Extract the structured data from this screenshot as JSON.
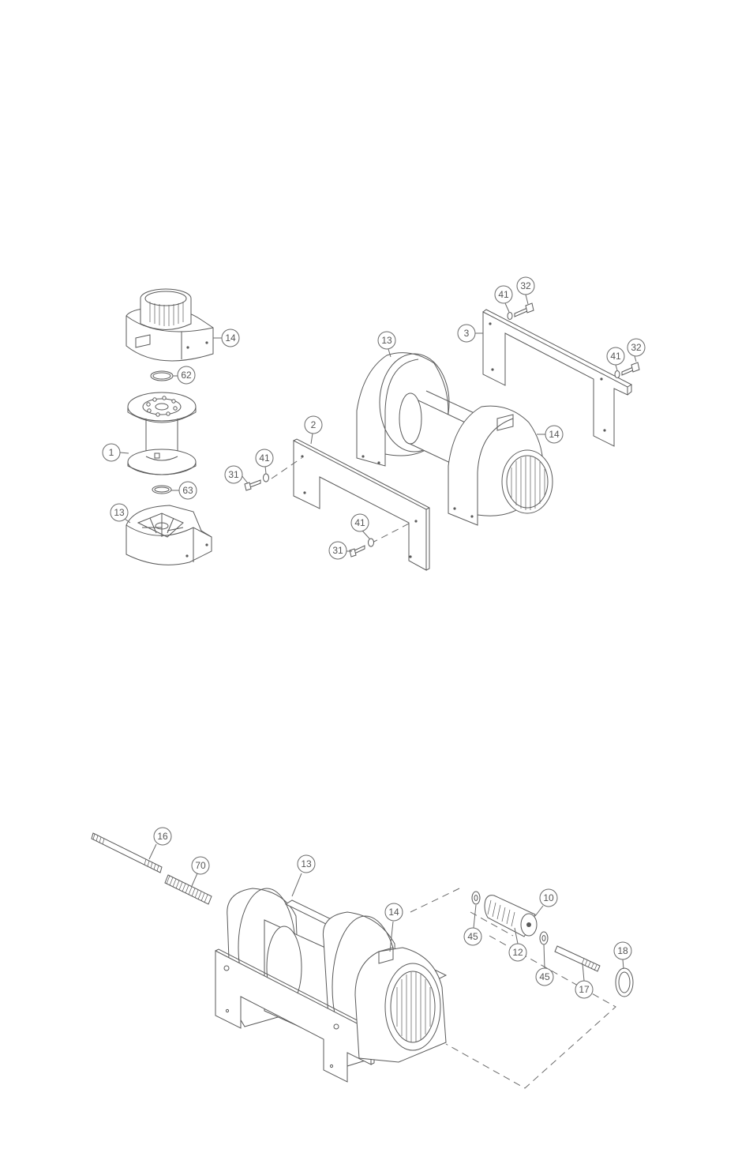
{
  "diagram": {
    "upper_view_callouts": [
      "14",
      "62",
      "1",
      "63",
      "13",
      "31",
      "41",
      "2",
      "41",
      "31",
      "13",
      "14",
      "3",
      "41",
      "32",
      "41",
      "32"
    ],
    "lower_view_callouts": [
      "16",
      "70",
      "13",
      "14",
      "10",
      "45",
      "12",
      "45",
      "17",
      "18"
    ]
  }
}
